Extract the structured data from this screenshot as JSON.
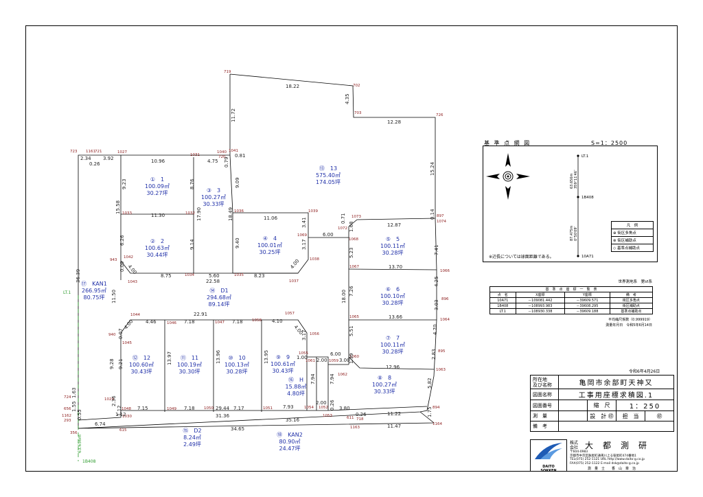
{
  "network": {
    "title": "基 準 点 網 図",
    "scale": "S=1：2500",
    "points": [
      "LT.1",
      "1B408",
      "10A71"
    ],
    "dist1": "63.656m",
    "ang1": "359°11′46″",
    "dist2": "87.475m",
    "ang2": "0°50′09″",
    "note": "※辺長については球面距離である。",
    "legend_title": "凡　例",
    "legend_items": [
      "街区多角点",
      "街区補助点",
      "基準点補助点"
    ]
  },
  "cp_table": {
    "system": "世界測地系　第VI系",
    "caption": "基　準　点　座　標　一　覧　表",
    "headers": [
      "点　名",
      "X座標",
      "Y座標",
      "備　考"
    ],
    "rows": [
      [
        "10A71",
        "－109081.442",
        "－39609.571",
        "街区多角点"
      ],
      [
        "1B408",
        "－108993.983",
        "－39608.295",
        "街区補助点"
      ],
      [
        "LT.1",
        "－108930.338",
        "－39609.188",
        "基準点補助点"
      ]
    ],
    "factor": "平均縮尺係数（0.999919）",
    "survey_date": "測量年月日　令和5年6月14日"
  },
  "title_block": {
    "date": "令和6年4月26日",
    "loc_label": "所在地\n及び名称",
    "location": "亀岡市余部町天神又",
    "name_label": "図面名称",
    "name": "工事用座標求積図.1",
    "num_label": "図面番号",
    "scale_label": "縮　尺",
    "scale": "1：250",
    "survey_label": "測　量",
    "design_label": "設　計",
    "charge_label": "担　当",
    "remark_label": "備　考",
    "company_prefix": "株式\n会社",
    "company": "大　都　測　研",
    "brand": "DAITO\nSOKKEN",
    "addr1": "〒604-0983",
    "addr2": "京都市中京区麩屋町通夷川上る笹屋町474番地1",
    "tel": "TEL(075) 252-1121  URL http://www.daito-g.co.jp",
    "fax": "FAX(075) 252-1122  E-mail dsk@daito-g.co.jp",
    "surveyor": "測　量　士　　香　山　章　治",
    "circle": "㊞"
  },
  "lots": [
    {
      "num": "①　1",
      "area": "100.09㎡",
      "tsubo": "30.27坪"
    },
    {
      "num": "②　2",
      "area": "100.63㎡",
      "tsubo": "30.44坪"
    },
    {
      "num": "③　3",
      "area": "100.27㎡",
      "tsubo": "30.33坪"
    },
    {
      "num": "④　4",
      "area": "100.01㎡",
      "tsubo": "30.25坪"
    },
    {
      "num": "⑤　5",
      "area": "100.11㎡",
      "tsubo": "30.28坪"
    },
    {
      "num": "⑥　6",
      "area": "100.10㎡",
      "tsubo": "30.28坪"
    },
    {
      "num": "⑦　7",
      "area": "100.11㎡",
      "tsubo": "30.28坪"
    },
    {
      "num": "⑧　8",
      "area": "100.27㎡",
      "tsubo": "30.33坪"
    },
    {
      "num": "⑨　9",
      "area": "100.61㎡",
      "tsubo": "30.43坪"
    },
    {
      "num": "⑩　10",
      "area": "100.13㎡",
      "tsubo": "30.28坪"
    },
    {
      "num": "⑪　11",
      "area": "100.19㎡",
      "tsubo": "30.30坪"
    },
    {
      "num": "⑫　12",
      "area": "100.60㎡",
      "tsubo": "30.43坪"
    },
    {
      "num": "⑬　13",
      "area": "575.40㎡",
      "tsubo": "174.05坪"
    },
    {
      "num": "⑭　D1",
      "area": "294.68㎡",
      "tsubo": "89.14坪"
    },
    {
      "num": "⑮　D2",
      "area": "8.24㎡",
      "tsubo": "2.49坪"
    },
    {
      "num": "⑯　H",
      "area": "15.88㎡",
      "tsubo": "4.80坪"
    },
    {
      "num": "⑰　KAN1",
      "area": "266.95㎡",
      "tsubo": "80.75坪"
    },
    {
      "num": "⑱　KAN2",
      "area": "80.90㎡",
      "tsubo": "24.47坪"
    }
  ],
  "refs": [
    "719",
    "702",
    "703",
    "726",
    "723",
    "1161",
    "721",
    "1027",
    "1031",
    "1040",
    "720",
    "1041",
    "1036",
    "1039",
    "1033",
    "1032",
    "1073",
    "897",
    "1074",
    "1072",
    "1068",
    "1069",
    "1038",
    "943",
    "1042",
    "1043",
    "1034",
    "1035",
    "1037",
    "1067",
    "1066",
    "1065",
    "1064",
    "896",
    "895",
    "1044",
    "1046",
    "1047",
    "1058",
    "1057",
    "940",
    "1045",
    "1056",
    "1055",
    "1061",
    "1059",
    "1060",
    "1062",
    "1063",
    "1029",
    "1048",
    "1049",
    "1050",
    "1051",
    "1054",
    "1052",
    "1053",
    "611",
    "718",
    "894",
    "724",
    "656",
    "1162",
    "293",
    "1030",
    "615",
    "356",
    "1163",
    "1164",
    "LT.1",
    "1B408"
  ],
  "dims": [
    "18.22",
    "4.35",
    "11.72",
    "12.28",
    "2.34",
    "3.92",
    "0.26",
    "10.96",
    "4.75",
    "0.81",
    "0.79",
    "9.23",
    "8.76",
    "9.09",
    "15.24",
    "15.58",
    "11.30",
    "17.90",
    "18.49",
    "11.06",
    "3.41",
    "0.71",
    "1.68",
    "12.87",
    "0.14",
    "6.26",
    "9.14",
    "9.40",
    "6.00",
    "3.17",
    "5.23",
    "7.41",
    "0.09",
    "4.00",
    "4.00",
    "13.70",
    "36.39",
    "8.75",
    "5.60",
    "22.58",
    "8.23",
    "4.25",
    "11.50",
    "18.00",
    "7.26",
    "3.03",
    "22.91",
    "13.66",
    "4.46",
    "7.18",
    "7.18",
    "4.10",
    "4.00",
    "4.70",
    "0.07",
    "4.00",
    "3.17",
    "5.51",
    "9.28",
    "9.21",
    "13.97",
    "13.96",
    "13.95",
    "1.00",
    "2.00",
    "6.00",
    "3.00",
    "1.99",
    "2.83",
    "12.96",
    "7.94",
    "7.94",
    "5.82",
    "1.63",
    "2.36",
    "7.15",
    "7.18",
    "29.44",
    "7.17",
    "7.93",
    "2.00",
    "0.26",
    "3.80",
    "11.22",
    "1.12",
    "1.55",
    "0.55",
    "1.12",
    "31.36",
    "35.16",
    "0.26",
    "1.75",
    "6.74",
    "34.65",
    "11.47"
  ]
}
